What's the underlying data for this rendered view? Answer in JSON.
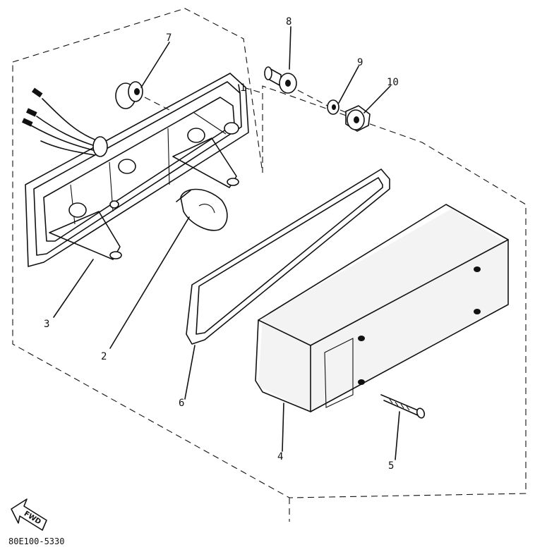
{
  "diagram": {
    "callouts": [
      {
        "id": "c1",
        "label": "1"
      },
      {
        "id": "c2",
        "label": "2"
      },
      {
        "id": "c3",
        "label": "3"
      },
      {
        "id": "c4",
        "label": "4"
      },
      {
        "id": "c5",
        "label": "5"
      },
      {
        "id": "c6",
        "label": "6"
      },
      {
        "id": "c7",
        "label": "7"
      },
      {
        "id": "c8",
        "label": "8"
      },
      {
        "id": "c9",
        "label": "9"
      },
      {
        "id": "c10",
        "label": "10"
      }
    ],
    "fwd_label": "FWD",
    "drawing_code": "80E100-5330"
  }
}
